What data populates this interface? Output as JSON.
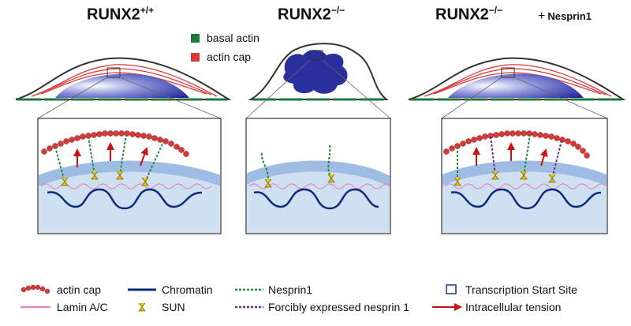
{
  "figure": {
    "panels": [
      {
        "title": "RUNX2",
        "superscript": "+/+"
      },
      {
        "title": "RUNX2",
        "superscript": "−/−"
      },
      {
        "title": "RUNX2",
        "superscript": "−/−",
        "extra": "Nesprin1",
        "extra_prefix": "+"
      }
    ],
    "inset_legend": {
      "basal_actin": "basal actin",
      "actin_cap": "actin cap"
    },
    "legend": {
      "actin_cap": "actin cap",
      "lamin": "Lamin A/C",
      "chromatin": "Chromatin",
      "sun": "SUN",
      "nesprin1": "Nesprin1",
      "forced_nesprin": "Forcibly expressed nesprin 1",
      "tss": "Transcription Start Site",
      "tension": "Intracellular tension"
    },
    "colors": {
      "actin_cap": "#d83a3a",
      "basal_actin": "#1f7a3a",
      "nucleus": "#2a2f9e",
      "lamin": "#e88ab8",
      "chromatin": "#0d2b7a",
      "sun": "#e5c400",
      "nesprin": "#1f8a3a",
      "forced_nesprin": "#6a2c8a",
      "tension": "#cc1111"
    }
  }
}
